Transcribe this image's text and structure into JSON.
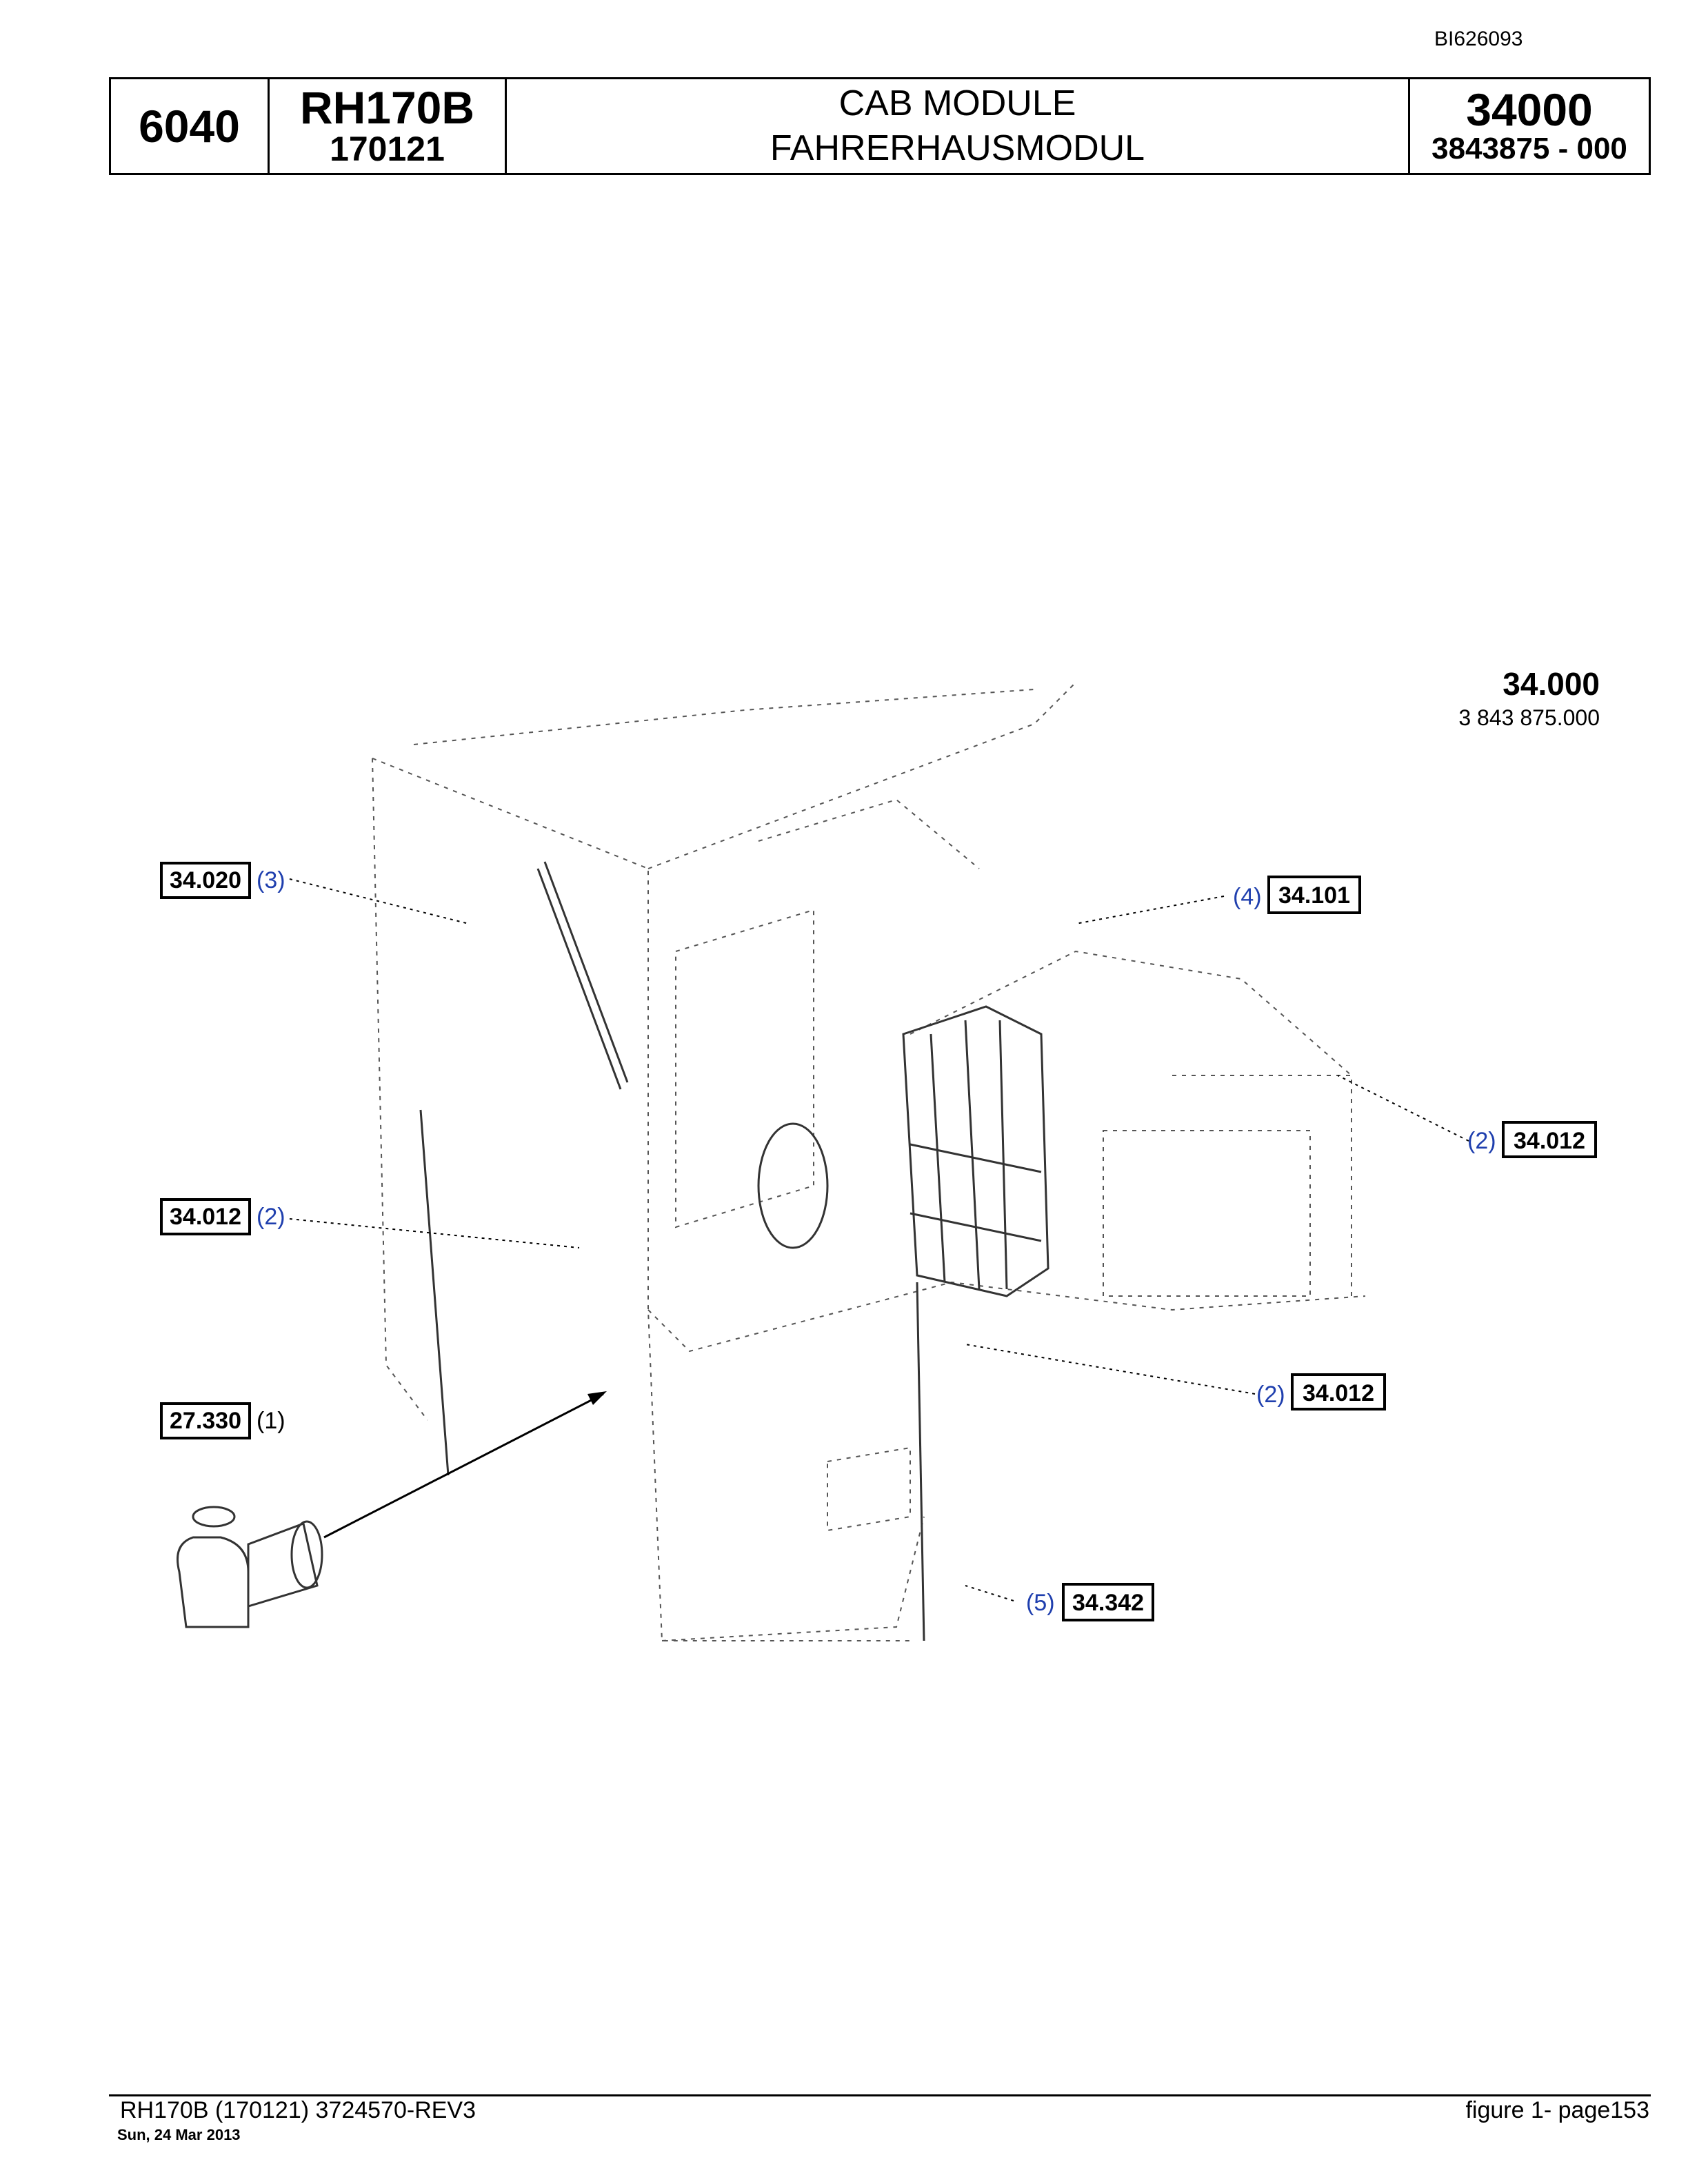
{
  "doc_id": "BI626093",
  "header": {
    "page_code": "6040",
    "model": "RH170B",
    "serial": "170121",
    "title_en": "CAB MODULE",
    "title_de": "FAHRERHAUSMODUL",
    "group_number": "34000",
    "part_number": "3843875  - 000"
  },
  "drawing": {
    "main_ref": "34.000",
    "main_part": "3 843 875.000",
    "callouts": [
      {
        "ref": "34.020",
        "item": "(3)"
      },
      {
        "ref": "34.101",
        "item": "(4)"
      },
      {
        "ref": "34.012",
        "item": "(2)"
      },
      {
        "ref": "34.012",
        "item": "(2)"
      },
      {
        "ref": "34.012",
        "item": "(2)"
      },
      {
        "ref": "27.330",
        "item": "(1)"
      },
      {
        "ref": "34.342",
        "item": "(5)"
      }
    ]
  },
  "footer": {
    "doc_ref": "RH170B (170121) 3724570-REV3",
    "date": "Sun, 24 Mar 2013",
    "page": "figure  1- page153"
  }
}
